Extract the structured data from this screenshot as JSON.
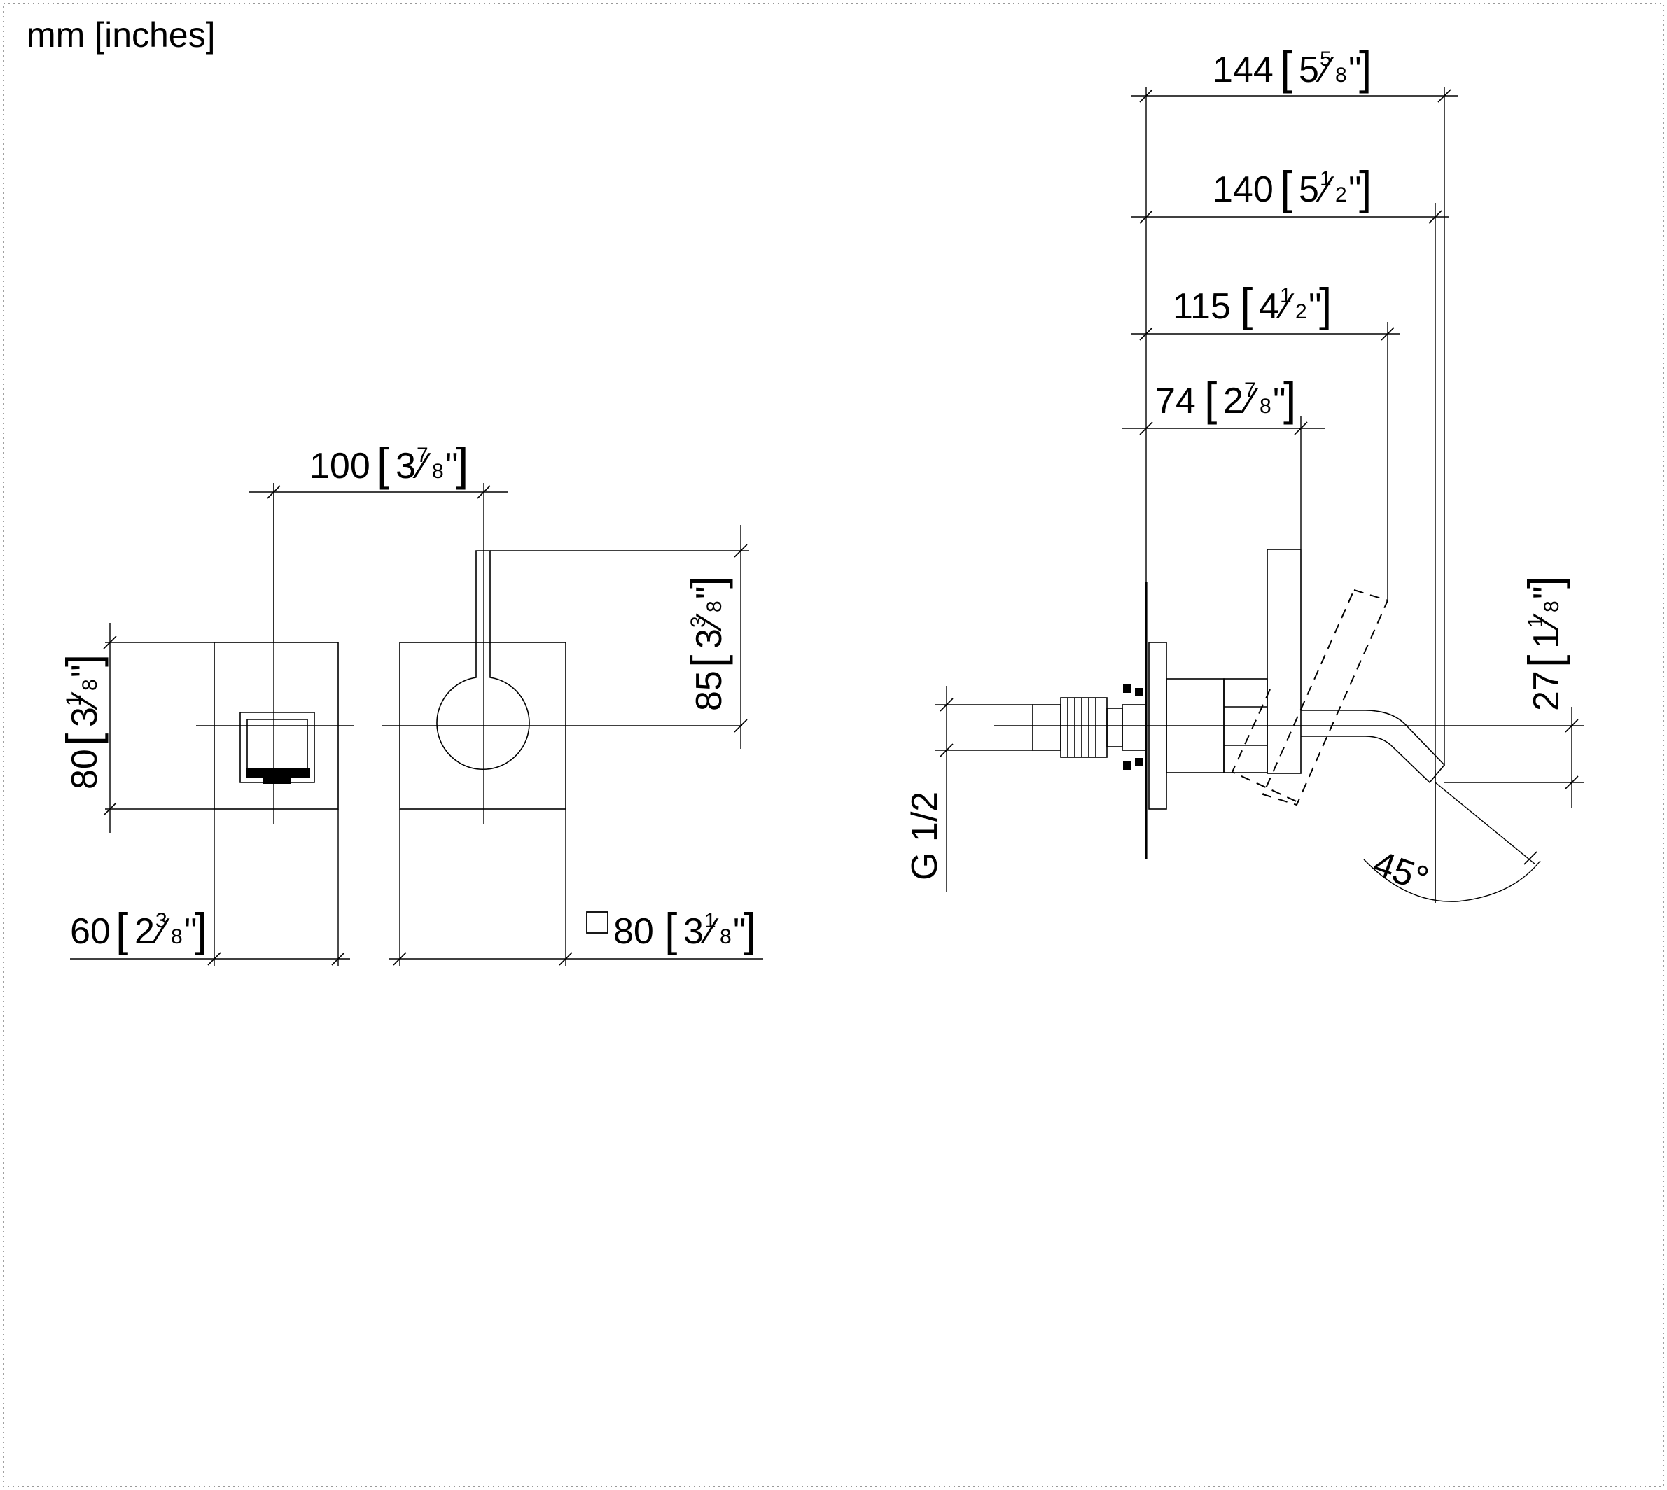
{
  "units_label": "mm [inches]",
  "front_views": {
    "spacing": {
      "mm": "100",
      "whole": "3",
      "num": "7",
      "den": "8"
    },
    "spout_height": {
      "mm": "80",
      "whole": "3",
      "num": "1",
      "den": "8"
    },
    "spout_width": {
      "mm": "60",
      "whole": "2",
      "num": "3",
      "den": "8"
    },
    "plate_size": {
      "prefix": "□",
      "mm": "80",
      "whole": "3",
      "num": "1",
      "den": "8"
    },
    "lever_height": {
      "mm": "85",
      "whole": "3",
      "num": "3",
      "den": "8"
    }
  },
  "side_view": {
    "projection_144": {
      "mm": "144",
      "whole": "5",
      "num": "5",
      "den": "8"
    },
    "projection_140": {
      "mm": "140",
      "whole": "5",
      "num": "1",
      "den": "2"
    },
    "projection_115": {
      "mm": "115",
      "whole": "4",
      "num": "1",
      "den": "2"
    },
    "projection_74": {
      "mm": "74",
      "whole": "2",
      "num": "7",
      "den": "8"
    },
    "outlet_offset": {
      "mm": "27",
      "whole": "1",
      "num": "1",
      "den": "8"
    },
    "thread": "G 1/2",
    "angle": "45°"
  }
}
